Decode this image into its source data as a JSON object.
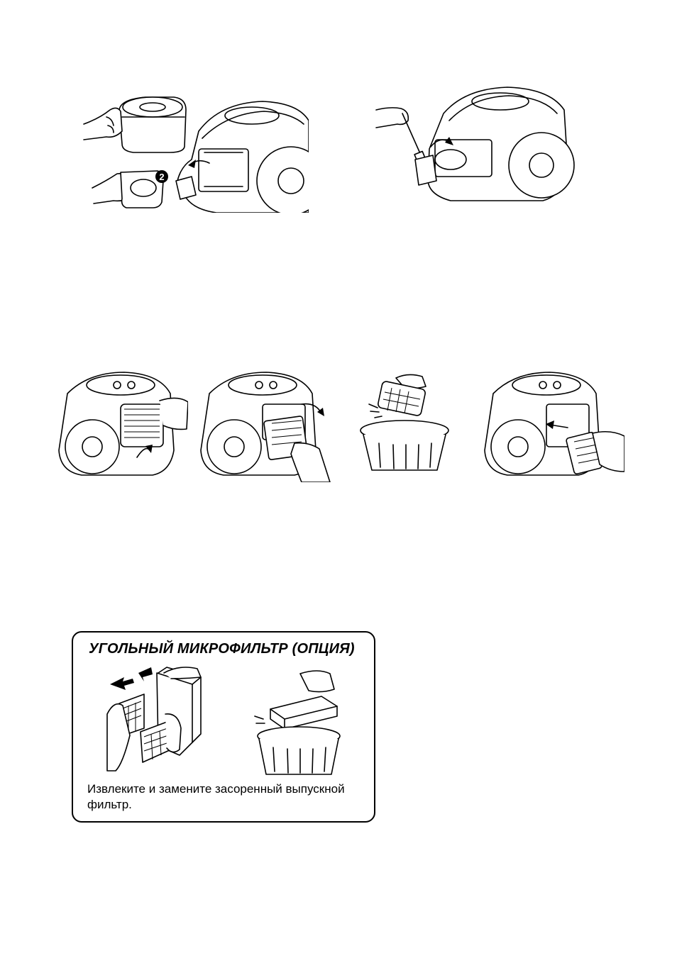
{
  "top_row": {
    "left_illustration": {
      "step_badge": "2"
    }
  },
  "carbon_filter_box": {
    "title": "УГОЛЬНЫЙ МИКРОФИЛЬТР (ОПЦИЯ)",
    "caption": "Извлеките и замените засоренный выпускной фильтр."
  }
}
